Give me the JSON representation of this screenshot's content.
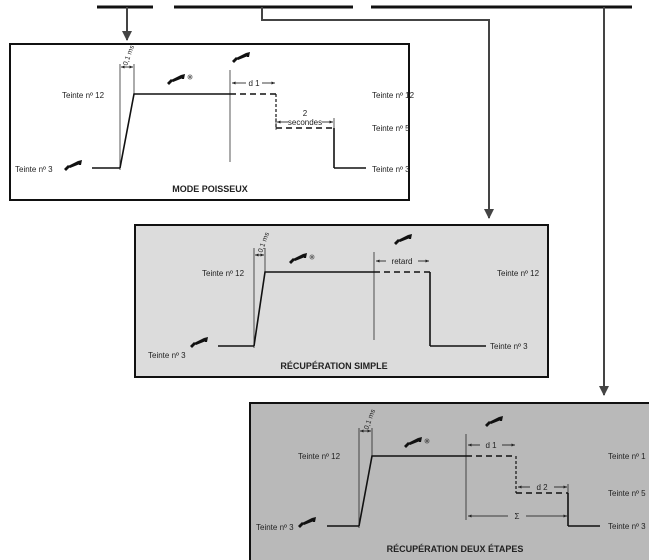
{
  "top_bar": {
    "segments": [
      "segment-1",
      "segment-2",
      "segment-3"
    ]
  },
  "panels": [
    {
      "id": "mode-poisseux",
      "background": "#ffffff",
      "title": "MODE POISSEUX",
      "labels": {
        "ms": "0,1 ms",
        "shade_high_left": "Teinte nº 12",
        "shade_low_left": "Teinte nº 3",
        "d1": "d 1",
        "two": "2",
        "seconds": "secondes",
        "shade_high_right": "Teinte nº 12",
        "shade_mid_right": "Teinte nº 5",
        "shade_low_right": "Teinte nº 3"
      }
    },
    {
      "id": "recuperation-simple",
      "background": "#dcdcdc",
      "title": "RÉCUPÉRATION SIMPLE",
      "labels": {
        "ms": "0,1 ms",
        "shade_high_left": "Teinte nº 12",
        "shade_low_left": "Teinte nº 3",
        "retard": "retard",
        "shade_high_right": "Teinte nº 12",
        "shade_low_right": "Teinte nº 3"
      }
    },
    {
      "id": "recuperation-deux-etapes",
      "background": "#b9b9b9",
      "title": "RÉCUPÉRATION DEUX ÉTAPES",
      "labels": {
        "ms": "0,1 ms",
        "shade_high_left": "Teinte nº 12",
        "shade_low_left": "Teinte nº 3",
        "d1": "d 1",
        "d2": "d 2",
        "sigma": "Σ",
        "shade_high_right": "Teinte nº 1",
        "shade_mid_right": "Teinte nº 5",
        "shade_low_right": "Teinte nº 3"
      }
    }
  ],
  "colors": {
    "line": "#111111",
    "panel1_bg": "#ffffff",
    "panel2_bg": "#dcdcdc",
    "panel3_bg": "#b9b9b9"
  },
  "icons": [
    "welding-torch-icon",
    "spark-icon"
  ]
}
